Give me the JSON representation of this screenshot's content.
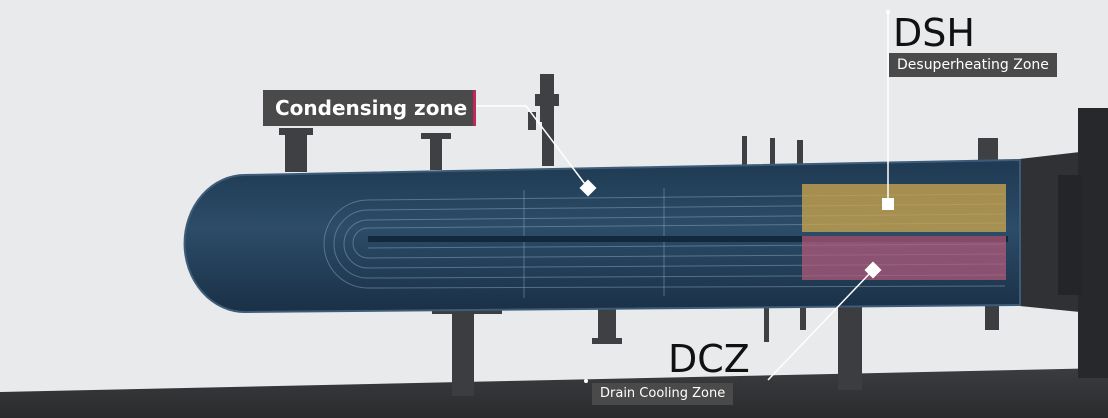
{
  "labels": {
    "condensing_zone": "Condensing zone",
    "dsh_code": "DSH",
    "dsh_description": "Desuperheating Zone",
    "dcz_code": "DCZ",
    "dcz_description": "Drain Cooling Zone"
  },
  "colors": {
    "shell": "#23405a",
    "desuperheating_zone": "#c9a44c",
    "drain_cooling_zone": "#b85a7c",
    "label_background": "#4a4a4a",
    "condensing_accent": "#c0285a"
  }
}
